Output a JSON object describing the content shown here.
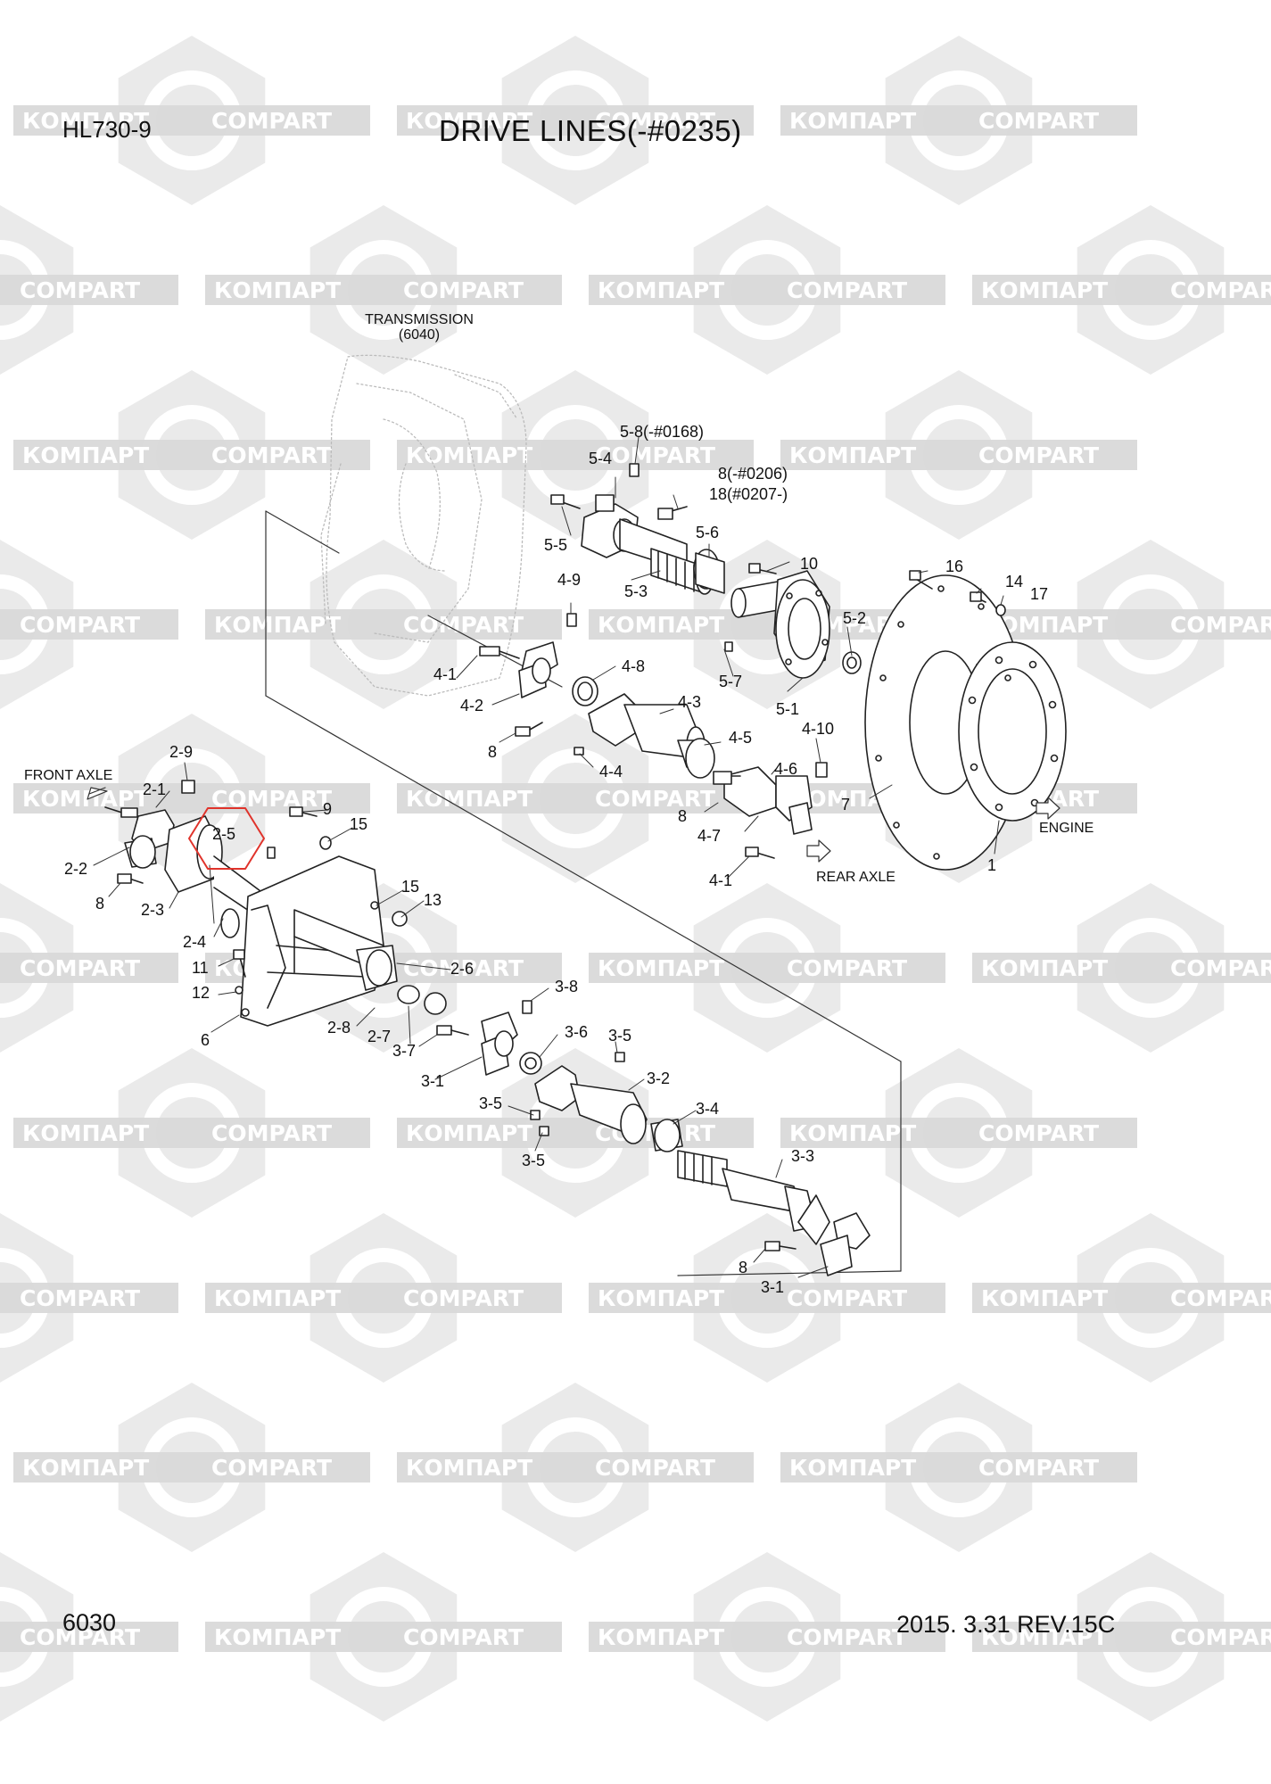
{
  "header": {
    "model": "HL730-9",
    "title": "DRIVE LINES(-#0235)"
  },
  "footer": {
    "page_number": "6030",
    "revision": "2015. 3.31  REV.15C"
  },
  "watermark": {
    "text_latin": "COMPART",
    "text_cyrillic": "КОМПАРТ",
    "color": "#d9d9d9"
  },
  "annotations": {
    "transmission_line1": "TRANSMISSION",
    "transmission_line2": "(6040)",
    "front_axle": "FRONT AXLE",
    "rear_axle": "REAR AXLE",
    "engine": "ENGINE"
  },
  "highlight": {
    "part": "2-5",
    "color": "#e0332b"
  },
  "callouts": {
    "c_5_8": "5-8(-#0168)",
    "c_5_4": "5-4",
    "c_8_top": "8(-#0206)",
    "c_18": "18(#0207-)",
    "c_5_5": "5-5",
    "c_5_6": "5-6",
    "c_5_3": "5-3",
    "c_10": "10",
    "c_16": "16",
    "c_14": "14",
    "c_17": "17",
    "c_5_2": "5-2",
    "c_5_7": "5-7",
    "c_5_1": "5-1",
    "c_4_9": "4-9",
    "c_4_1a": "4-1",
    "c_4_2": "4-2",
    "c_4_8": "4-8",
    "c_4_3": "4-3",
    "c_8_mid": "8",
    "c_4_4": "4-4",
    "c_4_5": "4-5",
    "c_4_10": "4-10",
    "c_4_6": "4-6",
    "c_8_rear": "8",
    "c_4_7": "4-7",
    "c_4_1b": "4-1",
    "c_7": "7",
    "c_1": "1",
    "c_2_9": "2-9",
    "c_2_1": "2-1",
    "c_2_2": "2-2",
    "c_8_front": "8",
    "c_2_3": "2-3",
    "c_2_5": "2-5",
    "c_9": "9",
    "c_15a": "15",
    "c_15b": "15",
    "c_13": "13",
    "c_2_4": "2-4",
    "c_11": "11",
    "c_12": "12",
    "c_6": "6",
    "c_2_6": "2-6",
    "c_2_8": "2-8",
    "c_2_7": "2-7",
    "c_3_8": "3-8",
    "c_3_7": "3-7",
    "c_3_6": "3-6",
    "c_3_5a": "3-5",
    "c_3_1a": "3-1",
    "c_3_2": "3-2",
    "c_3_5b": "3-5",
    "c_3_5c": "3-5",
    "c_3_4": "3-4",
    "c_3_3": "3-3",
    "c_8_bottom": "8",
    "c_3_1b": "3-1"
  }
}
